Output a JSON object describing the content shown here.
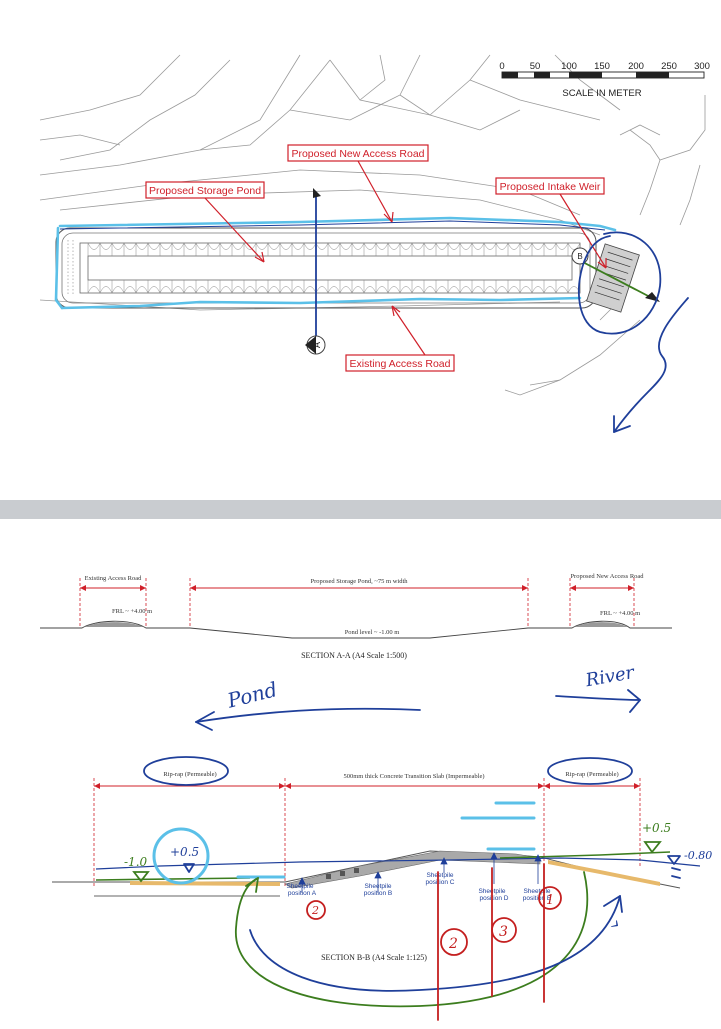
{
  "plan": {
    "scale": {
      "ticks": [
        "0",
        "50",
        "100",
        "150",
        "200",
        "250",
        "300"
      ],
      "caption": "SCALE IN METER"
    },
    "labels": {
      "new_access_road": "Proposed New Access Road",
      "storage_pond": "Proposed Storage Pond",
      "intake_weir": "Proposed Intake Weir",
      "existing_access_road": "Existing Access Road"
    },
    "section_markers": {
      "a": "A",
      "b": "B"
    }
  },
  "section_aa": {
    "dims": {
      "existing_road": "Existing Access Road",
      "pond_width": "Proposed Storage Pond, ~75 m width",
      "new_road": "Proposed New Access Road"
    },
    "frl_left": "FRL ~ +4.00 m",
    "frl_right": "FRL ~ +4.00 m",
    "pond_level": "Pond level ~ -1.00 m",
    "title": "SECTION A-A (A4 Scale 1:500)"
  },
  "handwriting": {
    "pond": "Pond",
    "river": "River",
    "minus_one": "-1.0",
    "plus_half_circle": "+0.5",
    "plus_half_right": "+0.5",
    "minus_080": "-0.80",
    "num_1": "1",
    "num_2": "2",
    "num_3": "3",
    "num_2_small": "2"
  },
  "section_bb": {
    "dims": {
      "riprap_left": "Rip-rap (Permeable)",
      "slab": "500mm thick Concrete Transition Slab (Impermeable)",
      "riprap_right": "Rip-rap (Permeable)"
    },
    "sheetpiles": [
      {
        "label1": "Sheetpile",
        "label2": "position A"
      },
      {
        "label1": "Sheetpile",
        "label2": "position B"
      },
      {
        "label1": "Sheetpile",
        "label2": "position C"
      },
      {
        "label1": "Sheetpile",
        "label2": "position D"
      },
      {
        "label1": "Sheetpile",
        "label2": "position E"
      }
    ],
    "title": "SECTION B-B (A4 Scale 1:125)"
  },
  "colors": {
    "label_red": "#d0202a",
    "ink_blue": "#1f3f9a",
    "ink_green": "#3c7d1e",
    "ink_red": "#c41f1f",
    "highlight_cyan": "#5bc0e8",
    "divider_grey": "#c9ccd0"
  }
}
